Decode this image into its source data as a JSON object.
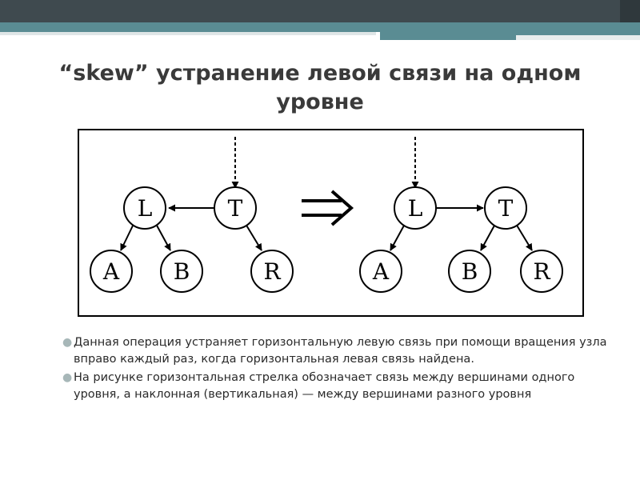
{
  "colors": {
    "topbar_dark": "#3f4a4f",
    "topbar_teal": "#5a8c93",
    "title_text": "#3a3a3a",
    "bullet_marker": "#a7b7b8"
  },
  "title": {
    "line1": "“skew”  устранение левой связи на одном",
    "line2": "уровне"
  },
  "diagram": {
    "before": {
      "nodes": [
        "L",
        "T",
        "A",
        "B",
        "R"
      ],
      "edges": [
        {
          "from": "T",
          "to": "L",
          "kind": "horizontal"
        },
        {
          "from": "L",
          "to": "A",
          "kind": "diagonal"
        },
        {
          "from": "L",
          "to": "B",
          "kind": "diagonal"
        },
        {
          "from": "T",
          "to": "R",
          "kind": "diagonal"
        }
      ],
      "incoming": "T"
    },
    "transform_symbol": "⇒",
    "after": {
      "nodes": [
        "L",
        "T",
        "A",
        "B",
        "R"
      ],
      "edges": [
        {
          "from": "L",
          "to": "T",
          "kind": "horizontal"
        },
        {
          "from": "L",
          "to": "A",
          "kind": "diagonal"
        },
        {
          "from": "T",
          "to": "B",
          "kind": "diagonal"
        },
        {
          "from": "T",
          "to": "R",
          "kind": "diagonal"
        }
      ],
      "incoming": "L"
    }
  },
  "bullets": [
    "Данная операция устраняет горизонтальную левую связь при помощи вращения узла вправо каждый раз, когда горизонтальная левая связь найдена.",
    "На рисунке горизонтальная стрелка обозначает связь между вершинами одного уровня, а наклонная (вертикальная) — между вершинами разного уровня"
  ]
}
